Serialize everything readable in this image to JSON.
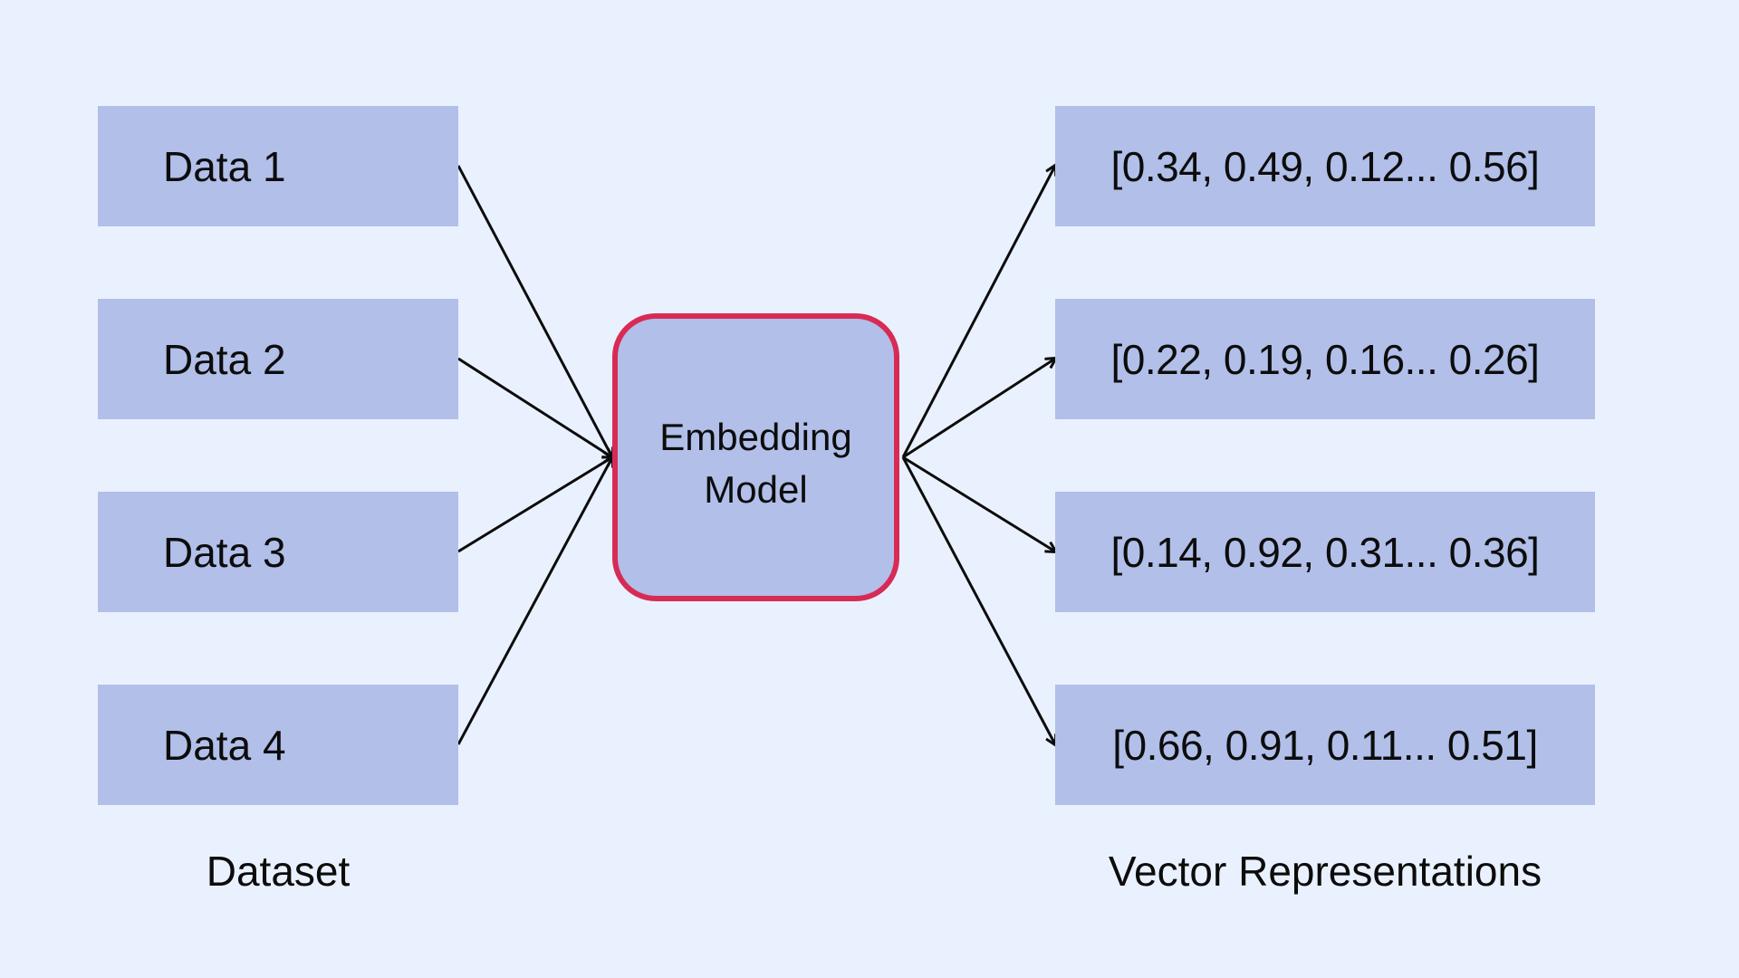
{
  "inputs": [
    {
      "label": "Data 1"
    },
    {
      "label": "Data 2"
    },
    {
      "label": "Data 3"
    },
    {
      "label": "Data 4"
    }
  ],
  "model": {
    "label": "Embedding\nModel",
    "border_color": "#d72b56"
  },
  "outputs": [
    {
      "label": "[0.34, 0.49, 0.12... 0.56]"
    },
    {
      "label": "[0.22, 0.19, 0.16... 0.26]"
    },
    {
      "label": "[0.14, 0.92, 0.31... 0.36]"
    },
    {
      "label": "[0.66, 0.91, 0.11... 0.51]"
    }
  ],
  "captions": {
    "left": "Dataset",
    "right": "Vector Representations"
  },
  "colors": {
    "background": "#eaf1fe",
    "box_fill": "#b1bfe9",
    "arrow": "#0c0c0c"
  }
}
